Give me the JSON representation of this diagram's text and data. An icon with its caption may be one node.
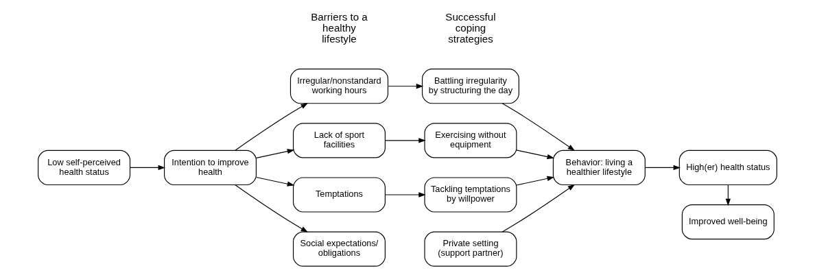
{
  "diagram": {
    "nodes": [
      {
        "text": [
          "Low self-perceived health status"
        ]
      },
      {
        "text": [
          "Intention to improve health"
        ]
      },
      {
        "text": [
          "Irregular/nonstandard working hours"
        ]
      },
      {
        "text": [
          "Lack of sport facilities"
        ]
      },
      {
        "text": [
          "Temptations"
        ]
      },
      {
        "text": [
          "Social expectations/ obligations"
        ]
      },
      {
        "text": [
          "Battling irregularity by structuring the day"
        ]
      },
      {
        "text": [
          "Exercising without equipment"
        ]
      },
      {
        "text": [
          "Tackling temptations by willpower"
        ]
      },
      {
        "text": [
          "Behavior: living a healthier lifestyle"
        ]
      },
      {
        "text": [
          "High(er) health status"
        ]
      },
      {
        "text": [
          "Private setting (support partner)"
        ]
      },
      {
        "text": [
          "Improved well-being"
        ]
      }
    ],
    "edges": [
      {
        "from": 0,
        "to": 1,
        "arrow": "to"
      },
      {
        "from": 1,
        "to": 2,
        "arrow": "to"
      },
      {
        "from": 1,
        "to": 3,
        "arrow": "to"
      },
      {
        "from": 1,
        "to": 4,
        "arrow": "to"
      },
      {
        "from": 1,
        "to": 5,
        "arrow": "to"
      },
      {
        "from": 2,
        "to": 6,
        "arrow": "to"
      },
      {
        "from": 3,
        "to": 7,
        "arrow": "to"
      },
      {
        "from": 4,
        "to": 8,
        "arrow": "to"
      },
      {
        "from": 6,
        "to": 9,
        "arrow": "to"
      },
      {
        "from": 7,
        "to": 9,
        "arrow": "to"
      },
      {
        "from": 8,
        "to": 9,
        "arrow": "to"
      },
      {
        "from": 11,
        "to": 9,
        "arrow": "to"
      },
      {
        "from": 9,
        "to": 10,
        "arrow": "to"
      },
      {
        "from": 10,
        "to": 12,
        "arrow": "to"
      }
    ],
    "labels": [
      "Barriers to a healthy lifestyle",
      "Successful coping strategies"
    ]
  }
}
